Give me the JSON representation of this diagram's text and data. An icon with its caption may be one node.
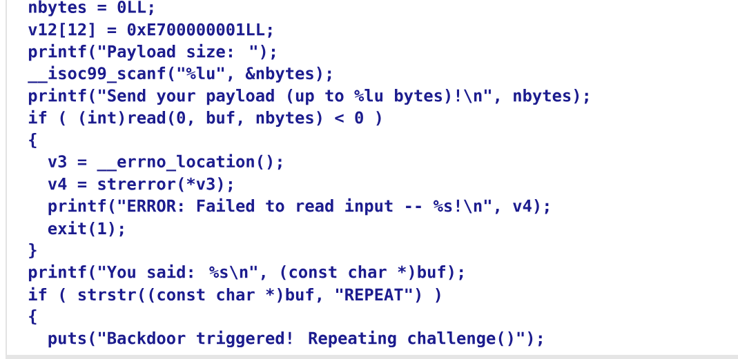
{
  "diagram": {
    "labels": [
      "nbytes = 0LL;",
      "v12[12] = 0xE700000001LL;",
      "printf(\"Payload size: \");",
      "__isoc99_scanf(\"%lu\", &nbytes);",
      "printf(\"Send your payload (up to %lu bytes)!\\n\", nbytes);",
      "if ( (int)read(0, buf, nbytes) < 0 )",
      "{",
      "v3 = __errno_location();",
      "v4 = strerror(*v3);",
      "printf(\"ERROR: Failed to read input -- %s!\\n\", v4);",
      "exit(1);",
      "}",
      "printf(\"You said: %s\\n\", (const char *)buf);",
      "if ( strstr((const char *)buf, \"REPEAT\") )",
      "{",
      "puts(\"Backdoor triggered! Repeating challenge()\");"
    ]
  }
}
